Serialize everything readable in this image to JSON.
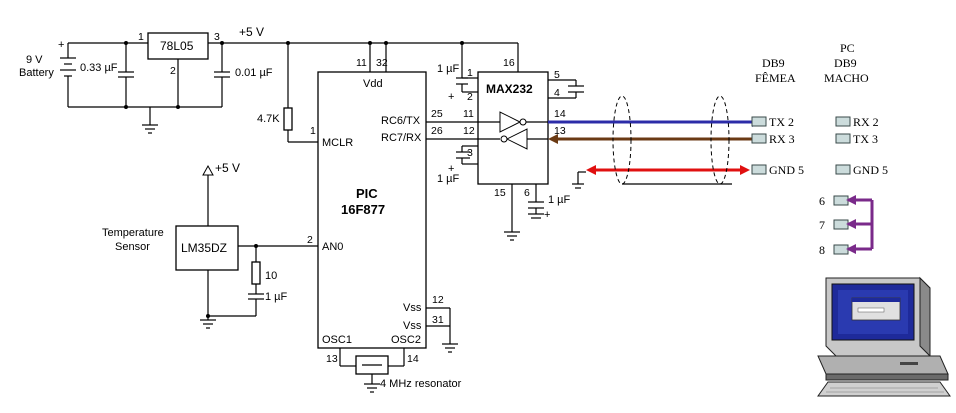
{
  "power": {
    "battery_voltage": "9 V",
    "battery_label": "Battery",
    "regulator": "78L05",
    "reg_pin_in": "1",
    "reg_pin_gnd": "2",
    "reg_pin_out": "3",
    "cap_in": "0.33 µF",
    "cap_out": "0.01 µF",
    "rail": "+5 V"
  },
  "pic": {
    "name_line1": "PIC",
    "name_line2": "16F877",
    "vdd": "Vdd",
    "vdd_pin_a": "11",
    "vdd_pin_b": "32",
    "mclr": "MCLR",
    "mclr_pin": "1",
    "pull_up": "4.7K",
    "tx": "RC6/TX",
    "tx_pin": "25",
    "rx": "RC7/RX",
    "rx_pin": "26",
    "an0": "AN0",
    "an0_pin": "2",
    "vss1": "Vss",
    "vss1_pin": "12",
    "vss2": "Vss",
    "vss2_pin": "31",
    "osc1": "OSC1",
    "osc1_pin": "13",
    "osc2": "OSC2",
    "osc2_pin": "14",
    "resonator": "4 MHz resonator"
  },
  "sensor": {
    "label_line1": "Temperature",
    "label_line2": "Sensor",
    "part": "LM35DZ",
    "supply": "+5 V",
    "resistor": "10",
    "cap": "1 µF"
  },
  "max232": {
    "name": "MAX232",
    "pins": {
      "p1": "1",
      "p2": "2",
      "p3": "3",
      "p4": "4",
      "p5": "5",
      "p6": "6",
      "p11": "11",
      "p12": "12",
      "p13": "13",
      "p14": "14",
      "p15": "15",
      "p16": "16"
    },
    "cap_1": "1 µF",
    "cap_2": "1 µF",
    "cap_3": "1 µF",
    "plus": "+"
  },
  "db9_female": {
    "title_line1": "DB9",
    "title_line2": "FÊMEA",
    "tx": "TX 2",
    "rx": "RX 3",
    "gnd": "GND 5"
  },
  "db9_male": {
    "title_line1": "PC",
    "title_line2": "DB9",
    "title_line3": "MACHO",
    "rx": "RX 2",
    "tx": "TX 3",
    "gnd": "GND 5",
    "pin6": "6",
    "pin7": "7",
    "pin8": "8"
  },
  "colors": {
    "tx_wire": "#2c2ca8",
    "rx_wire": "#6b3a14",
    "gnd_wire": "#e01010",
    "loop_wire": "#7a2a8a"
  }
}
